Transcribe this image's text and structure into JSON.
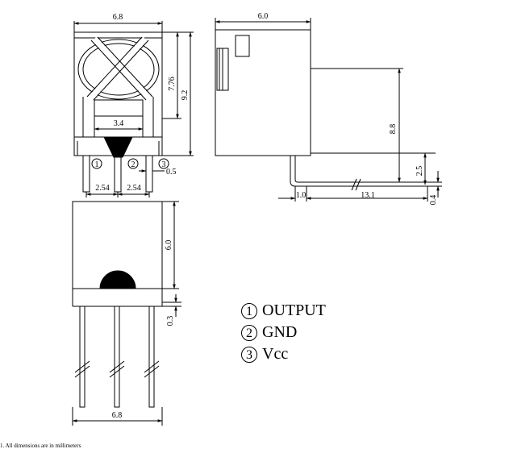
{
  "front_view": {
    "width_top": "6.8",
    "height_776": "7.76",
    "height_92": "9.2",
    "inner_width": "3.4",
    "pitch_left": "2.54",
    "pitch_right": "2.54",
    "pin_offset": "0.5",
    "pin_labels": [
      "1",
      "2",
      "3"
    ]
  },
  "side_view": {
    "depth": "6.0",
    "height": "8.8",
    "lead_height": "2.5",
    "lead_offset": "1.0",
    "lead_length": "13.1",
    "thickness": "0.4"
  },
  "bottom_view": {
    "height": "6.0",
    "gap": "0.3",
    "width_bottom": "6.8"
  },
  "legend": [
    {
      "num": "1",
      "label": "OUTPUT"
    },
    {
      "num": "2",
      "label": "GND"
    },
    {
      "num": "3",
      "label": "Vcc"
    }
  ],
  "footnote": "1. All dimensions are in millimeters"
}
